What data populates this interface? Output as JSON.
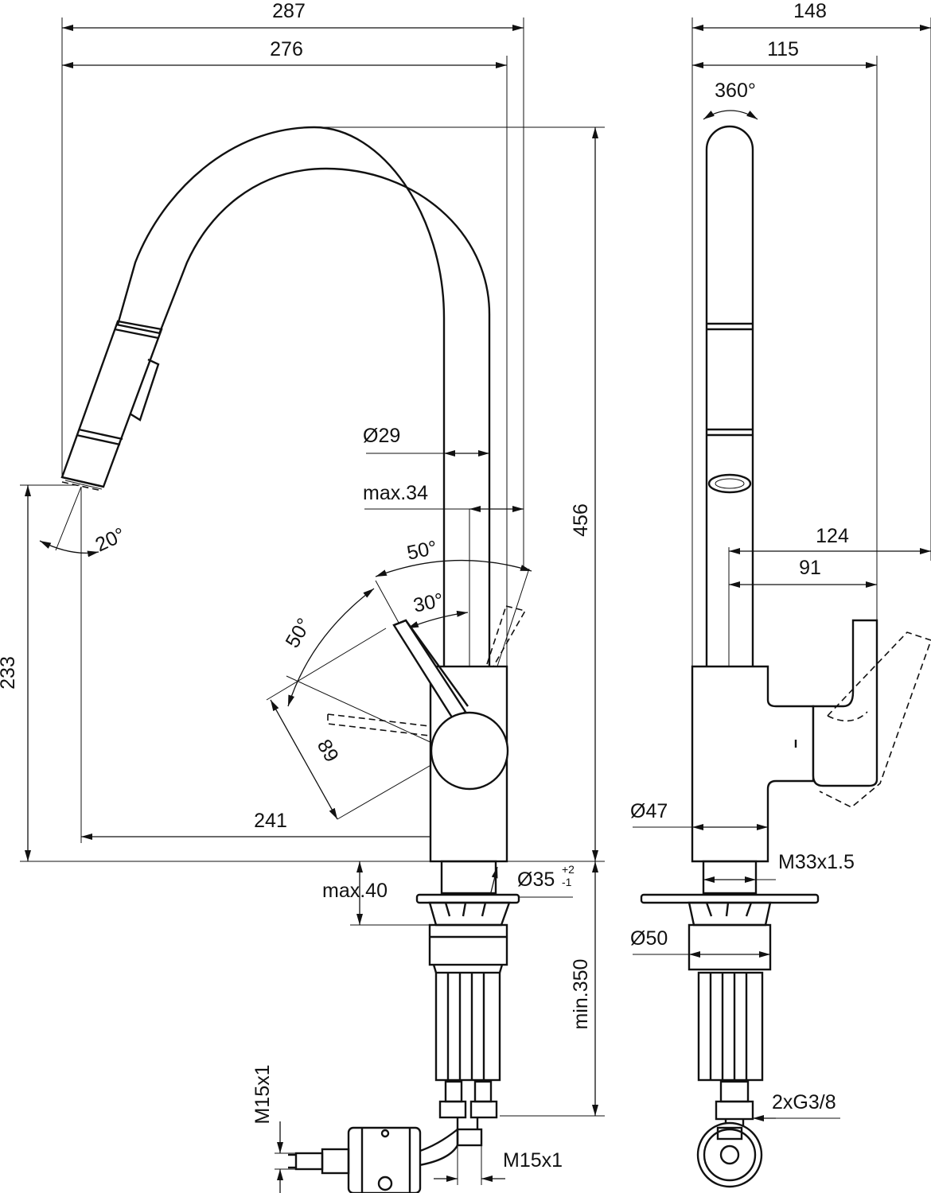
{
  "colors": {
    "line": "#111111",
    "background": "#ffffff"
  },
  "front_view": {
    "dims": {
      "overall_width": "287",
      "spout_width": "276",
      "height": "456",
      "diameter_spout": "Ø29",
      "max_34": "max.34",
      "angle_20": "20°",
      "angle_50_top": "50°",
      "angle_30": "30°",
      "angle_50_side": "50°",
      "lever_89": "89",
      "height_233": "233",
      "reach_241": "241",
      "base_diameter": "Ø35",
      "tol_plus": "+2",
      "tol_minus": "-1",
      "max_40": "max.40",
      "min_350": "min.350",
      "thread_vertical": "M15x1",
      "thread_horizontal": "M15x1"
    }
  },
  "side_view": {
    "dims": {
      "overall_depth": "148",
      "spout_depth": "115",
      "rotation": "360°",
      "depth_124": "124",
      "depth_91": "91",
      "body_diameter": "Ø47",
      "thread": "M33x1.5",
      "plate_diameter": "Ø50",
      "hoses": "2xG3/8"
    }
  }
}
